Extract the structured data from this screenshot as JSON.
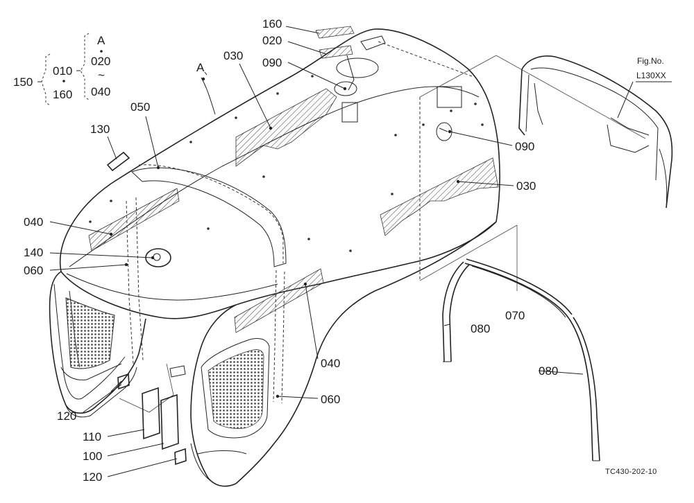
{
  "diagram": {
    "fig_no_label": "Fig.No.",
    "fig_no_value": "L130XX",
    "drawing_code": "TC430-202-10",
    "view_marker": "A",
    "group": {
      "code": "150",
      "left_top": "010",
      "left_bottom": "160",
      "right_top": "A",
      "right_mid": "020",
      "right_tilde": "~",
      "right_bottom": "040"
    },
    "callouts": [
      {
        "id": "c160",
        "text": "160"
      },
      {
        "id": "c020",
        "text": "020"
      },
      {
        "id": "c030a",
        "text": "030"
      },
      {
        "id": "c090a",
        "text": "090"
      },
      {
        "id": "cA",
        "text": "A"
      },
      {
        "id": "c050",
        "text": "050"
      },
      {
        "id": "c130",
        "text": "130"
      },
      {
        "id": "c040a",
        "text": "040"
      },
      {
        "id": "c140",
        "text": "140"
      },
      {
        "id": "c060a",
        "text": "060"
      },
      {
        "id": "c090b",
        "text": "090"
      },
      {
        "id": "c030b",
        "text": "030"
      },
      {
        "id": "c070",
        "text": "070"
      },
      {
        "id": "c080a",
        "text": "080"
      },
      {
        "id": "c080b",
        "text": "080"
      },
      {
        "id": "c040b",
        "text": "040"
      },
      {
        "id": "c060b",
        "text": "060"
      },
      {
        "id": "c120a",
        "text": "120"
      },
      {
        "id": "c110",
        "text": "110"
      },
      {
        "id": "c100",
        "text": "100"
      },
      {
        "id": "c120b",
        "text": "120"
      }
    ]
  }
}
